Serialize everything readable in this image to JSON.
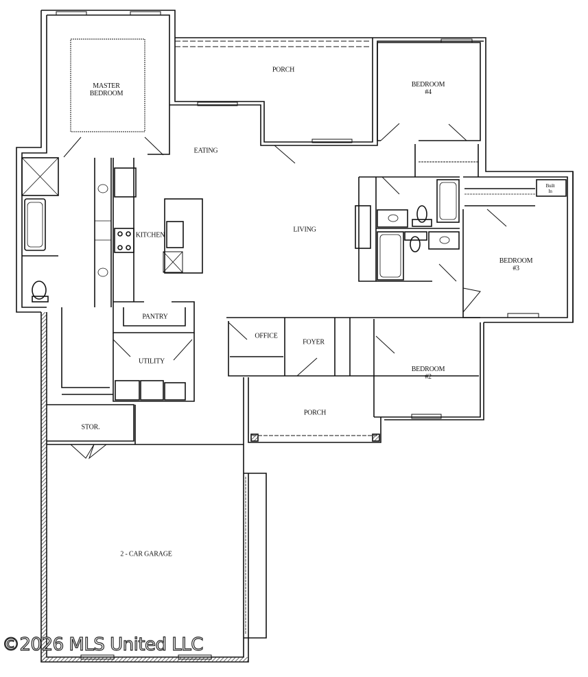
{
  "plan": {
    "type": "residential floor plan",
    "rooms": {
      "master_bedroom": "MASTER\nBEDROOM",
      "porch_rear": "PORCH",
      "bedroom4": "BEDROOM\n#4",
      "eating": "EATING",
      "kitchen": "KITCHEN",
      "living": "LIVING",
      "bedroom3": "BEDROOM\n#3",
      "built_in": "Built\nIn",
      "pantry": "PANTRY",
      "utility": "UTILITY",
      "office": "OFFICE",
      "foyer": "FOYER",
      "bedroom2": "BEDROOM\n#2",
      "porch_front": "PORCH",
      "storage": "STOR.",
      "garage": "2 -  CAR GARAGE"
    },
    "watermark": "©2026 MLS United LLC"
  },
  "colors": {
    "wall": "#111111",
    "background": "#ffffff",
    "hatch": "#333333"
  }
}
